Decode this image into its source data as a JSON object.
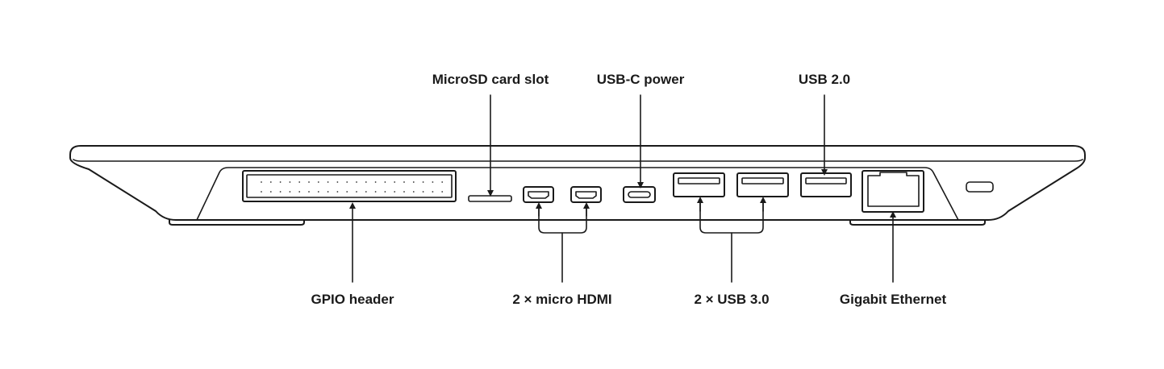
{
  "diagram": {
    "colors": {
      "ink": "#1a1a1a",
      "background": "#ffffff"
    },
    "labels": {
      "microsd": "MicroSD card slot",
      "usbc_power": "USB-C power",
      "usb2": "USB 2.0",
      "gpio": "GPIO header",
      "micro_hdmi": "2 × micro HDMI",
      "usb3": "2 × USB 3.0",
      "ethernet": "Gigabit Ethernet"
    },
    "gpio_pin_grid": {
      "columns": 20,
      "rows": 2
    },
    "icons": [
      "gpio-header-icon",
      "microsd-slot-icon",
      "micro-hdmi-port-icon",
      "usb-c-port-icon",
      "usb-3-port-icon",
      "usb-2-port-icon",
      "ethernet-port-icon",
      "kensington-slot-icon"
    ]
  }
}
